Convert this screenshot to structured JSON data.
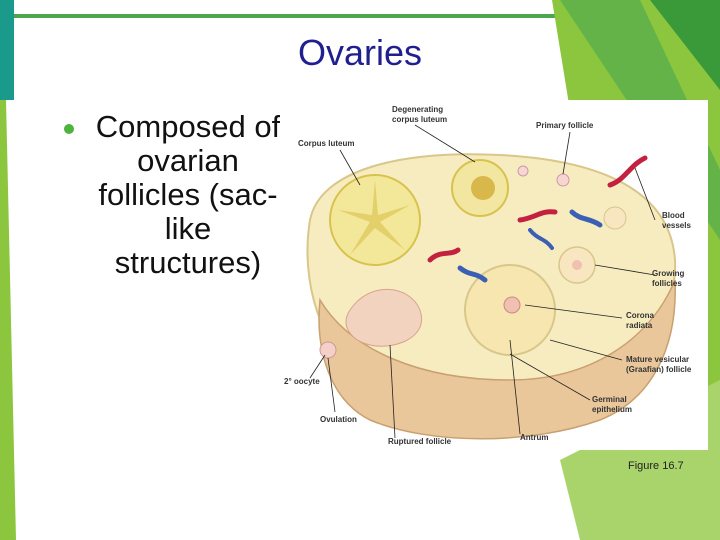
{
  "slide": {
    "title": "Ovaries",
    "bullet": "Composed of ovarian follicles (sac-like structures)",
    "caption": "Figure 16.7"
  },
  "figure": {
    "labels": {
      "degenerating_1": "Degenerating",
      "degenerating_2": "corpus luteum",
      "corpus_luteum": "Corpus luteum",
      "primary_follicle": "Primary follicle",
      "blood_1": "Blood",
      "blood_2": "vessels",
      "growing_1": "Growing",
      "growing_2": "follicles",
      "corona_1": "Corona",
      "corona_2": "radiata",
      "mature_1": "Mature vesicular",
      "mature_2": "(Graafian) follicle",
      "germinal_1": "Germinal",
      "germinal_2": "epithelium",
      "antrum": "Antrum",
      "ruptured": "Ruptured follicle",
      "ovulation": "Ovulation",
      "oocyte": "2° oocyte"
    }
  },
  "colors": {
    "accent_green": "#8cc63f",
    "accent_dark_green": "#3a9a3a",
    "teal_bar": "#1a9a8a",
    "title_blue": "#1f1f8f"
  }
}
